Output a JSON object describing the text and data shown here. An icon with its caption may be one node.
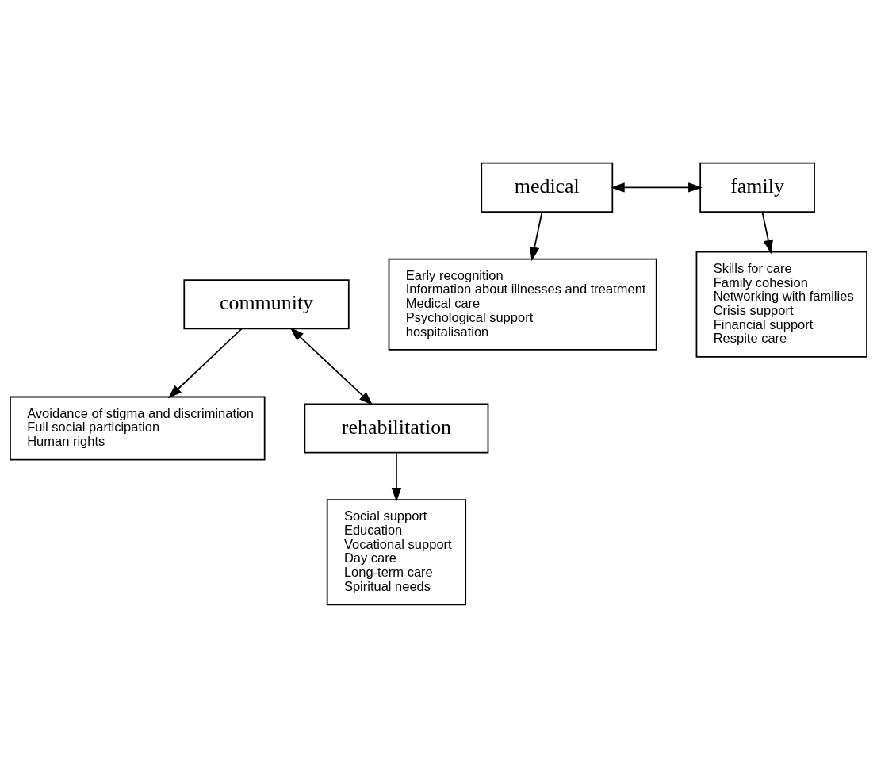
{
  "diagram": {
    "nodes": [
      {
        "text": [
          "Avoidance of stigma and discrimination",
          "Full social participation",
          "Human rights"
        ]
      },
      {
        "text": [
          "Early recognition",
          "Information about illnesses and treatment",
          "Medical care",
          "Psychological support",
          "hospitalisation"
        ]
      },
      {
        "text": [
          "Skills for care",
          "Family cohesion",
          "Networking with families",
          "Crisis support",
          "Financial support",
          "Respite care"
        ]
      },
      {
        "text": [
          "community"
        ]
      },
      {
        "text": [
          "medical"
        ]
      },
      {
        "text": [
          "family"
        ]
      },
      {
        "text": [
          "rehabilitation"
        ]
      },
      {
        "text": [
          "Social support",
          "Education",
          "Vocational support",
          "Day care",
          "Long-term care",
          "Spiritual needs"
        ]
      }
    ],
    "edges": [
      {
        "from": 3,
        "to": 0,
        "arrow": "to"
      },
      {
        "from": 4,
        "to": 1,
        "arrow": "to"
      },
      {
        "from": 5,
        "to": 2,
        "arrow": "to"
      },
      {
        "from": 4,
        "to": 5,
        "arrow": "both"
      },
      {
        "from": 3,
        "to": 6,
        "arrow": "both"
      },
      {
        "from": 6,
        "to": 7,
        "arrow": "to"
      }
    ]
  }
}
